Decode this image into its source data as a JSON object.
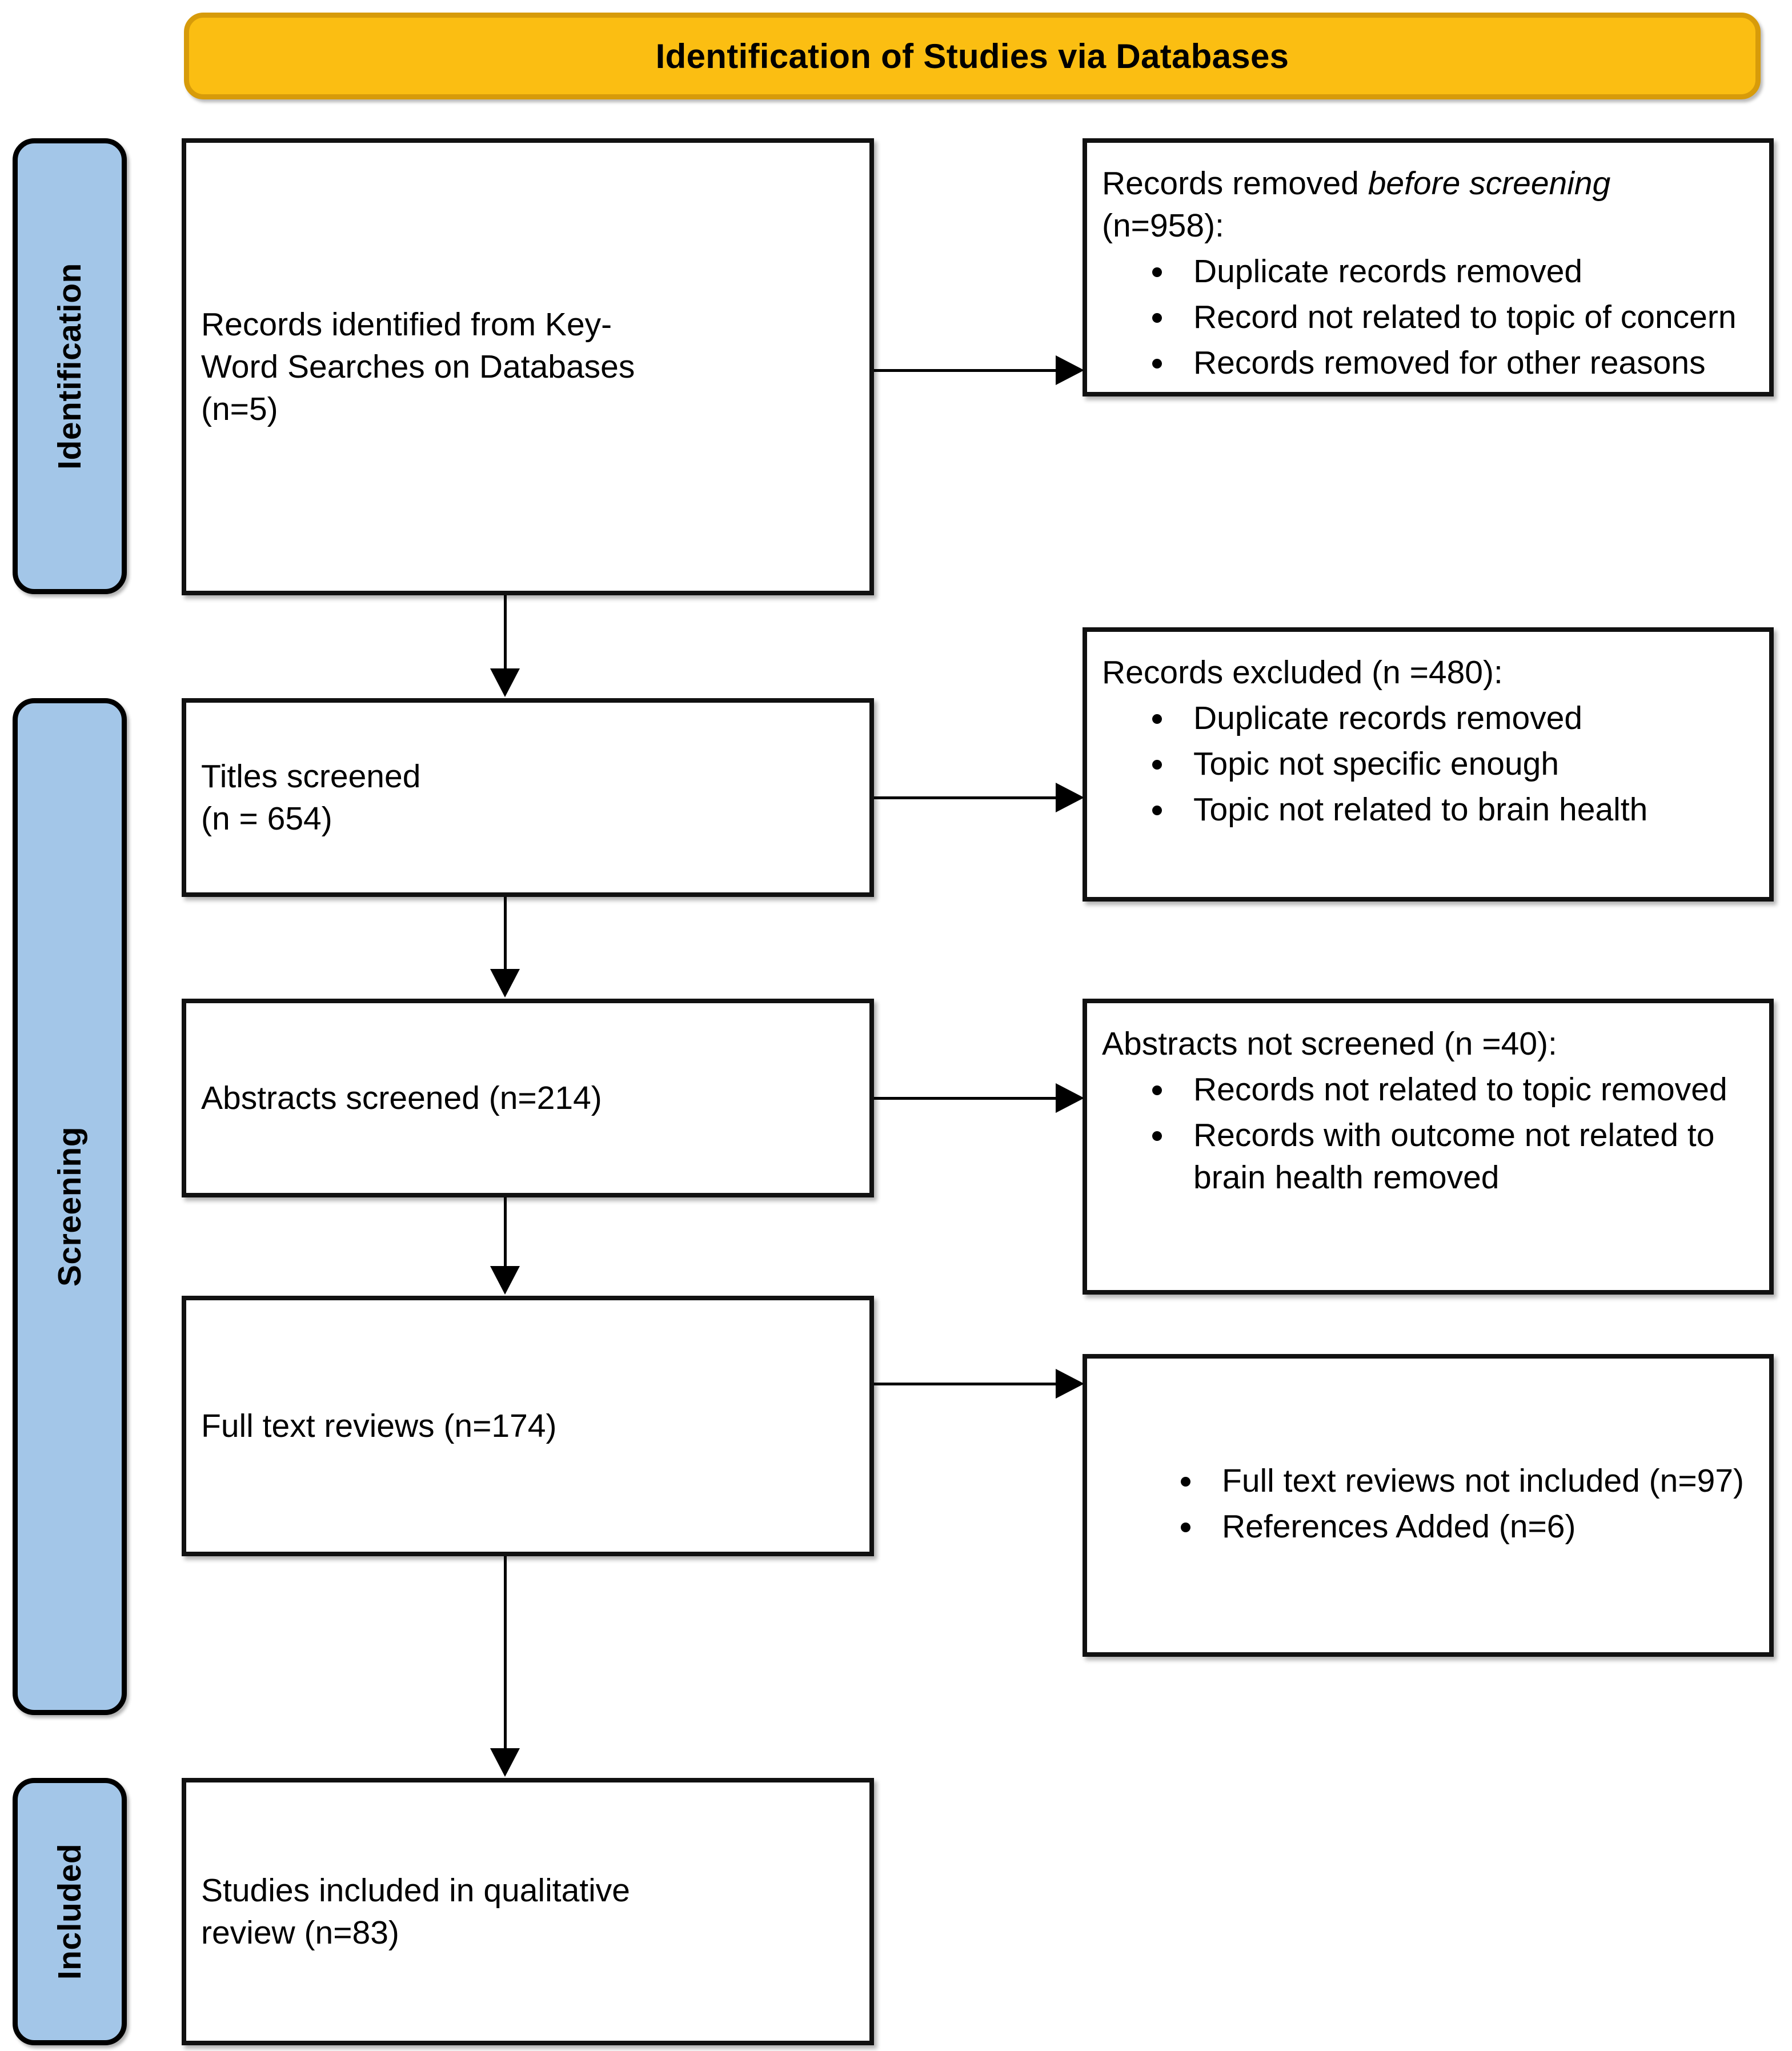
{
  "header": {
    "title": "Identification of Studies via Databases",
    "bg_color": "#FBBE12",
    "border_color": "#D79B0A"
  },
  "stages": [
    {
      "key": "identification",
      "label": "Identification"
    },
    {
      "key": "screening",
      "label": "Screening"
    },
    {
      "key": "included",
      "label": "Included"
    }
  ],
  "stage_color": "#A3C6E8",
  "boxes": {
    "identified": {
      "line1": "Records identified from Key-",
      "line2": "Word Searches on Databases",
      "line3": "(n=5)"
    },
    "removed": {
      "lead_prefix": "Records removed ",
      "lead_italic": "before screening",
      "lead_suffix": "",
      "lead_line2": "(n=958):",
      "bullets": [
        "Duplicate records removed",
        "Record not related to topic of concern",
        "Records removed for other reasons"
      ]
    },
    "titles": {
      "line1": "Titles screened",
      "line2": "(n = 654)"
    },
    "excluded": {
      "lead": "Records excluded (n =480):",
      "bullets": [
        "Duplicate records removed",
        "Topic not specific enough",
        "Topic not related to brain health"
      ]
    },
    "abstracts": {
      "line1": "Abstracts screened (n=214)"
    },
    "notscreened": {
      "lead": "Abstracts not screened (n =40):",
      "bullets": [
        "Records not related to topic removed",
        "Records with outcome not related to brain health removed"
      ]
    },
    "fulltext": {
      "line1": "Full text reviews (n=174)"
    },
    "notincluded": {
      "bullets": [
        "Full text reviews not included (n=97)",
        "References Added (n=6)"
      ]
    },
    "included": {
      "line1": "Studies included in qualitative",
      "line2": "review (n=83)"
    }
  },
  "chart_data": {
    "type": "diagram",
    "title": "Identification of Studies via Databases",
    "nodes": [
      {
        "id": "identified",
        "stage": "Identification",
        "label": "Records identified from Key-Word Searches on Databases",
        "n": 5
      },
      {
        "id": "removed",
        "stage": "Identification",
        "label": "Records removed before screening",
        "n": 958
      },
      {
        "id": "titles",
        "stage": "Screening",
        "label": "Titles screened",
        "n": 654
      },
      {
        "id": "excluded",
        "stage": "Screening",
        "label": "Records excluded",
        "n": 480
      },
      {
        "id": "abstracts",
        "stage": "Screening",
        "label": "Abstracts screened",
        "n": 214
      },
      {
        "id": "notscreened",
        "stage": "Screening",
        "label": "Abstracts not screened",
        "n": 40
      },
      {
        "id": "fulltext",
        "stage": "Screening",
        "label": "Full text reviews",
        "n": 174
      },
      {
        "id": "notincluded",
        "stage": "Screening",
        "label": "Full text reviews not included",
        "n": 97
      },
      {
        "id": "refsadded",
        "stage": "Screening",
        "label": "References Added",
        "n": 6
      },
      {
        "id": "included",
        "stage": "Included",
        "label": "Studies included in qualitative review",
        "n": 83
      }
    ],
    "edges": [
      {
        "from": "identified",
        "to": "removed"
      },
      {
        "from": "identified",
        "to": "titles"
      },
      {
        "from": "titles",
        "to": "excluded"
      },
      {
        "from": "titles",
        "to": "abstracts"
      },
      {
        "from": "abstracts",
        "to": "notscreened"
      },
      {
        "from": "abstracts",
        "to": "fulltext"
      },
      {
        "from": "fulltext",
        "to": "notincluded"
      },
      {
        "from": "fulltext",
        "to": "included"
      }
    ]
  }
}
